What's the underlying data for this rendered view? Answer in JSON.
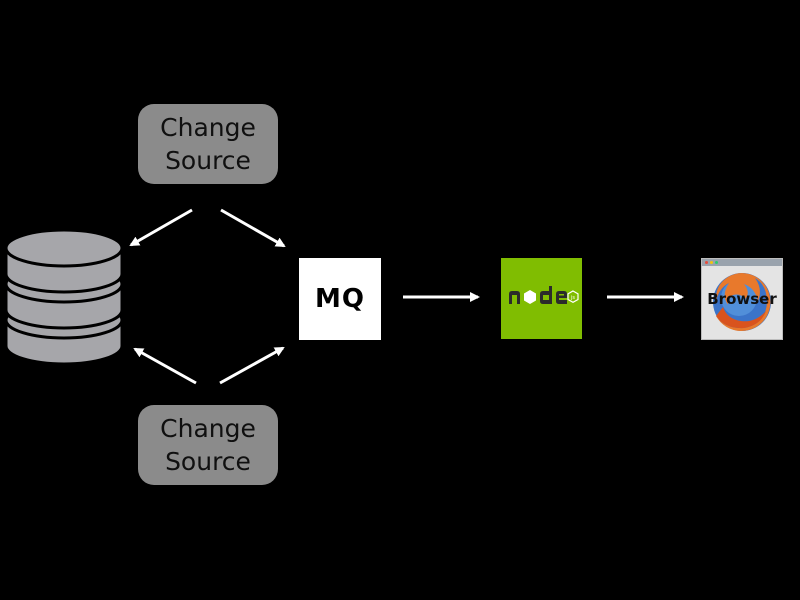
{
  "nodes": {
    "change_source_top": {
      "line1": "Change",
      "line2": "Source"
    },
    "change_source_bottom": {
      "line1": "Change",
      "line2": "Source"
    },
    "message_queue": {
      "label": "MQ"
    },
    "nodejs": {
      "icon": "nodejs-logo",
      "color": "#80bd01"
    },
    "browser": {
      "label": "Browser",
      "icon": "firefox-logo"
    },
    "database": {
      "icon": "database-icon",
      "color": "#a6a6aa"
    }
  },
  "colors": {
    "background": "#000000",
    "arrow": "#ffffff",
    "change_source_fill": "#8b8b8b"
  }
}
